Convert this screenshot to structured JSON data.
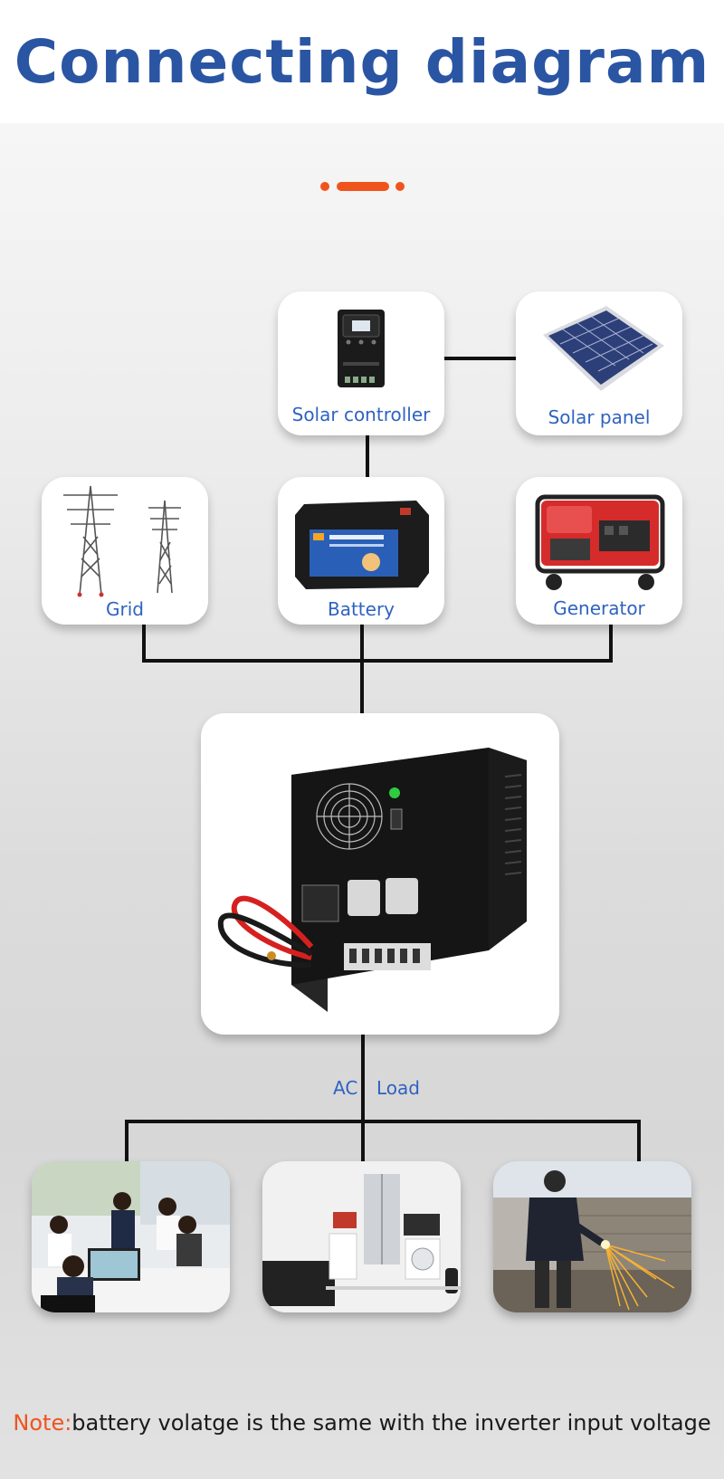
{
  "title": "Connecting diagram",
  "accent_color": "#f0541d",
  "title_color": "#2a55a3",
  "label_color": "#2f63c0",
  "components": {
    "solar_controller": "Solar controller",
    "solar_panel": "Solar panel",
    "grid": "Grid",
    "battery": "Battery",
    "generator": "Generator",
    "inverter": "inverter-image"
  },
  "ac_load": {
    "ac": "AC",
    "load": "Load"
  },
  "loads": [
    "office-photo",
    "appliances-photo",
    "welding-photo"
  ],
  "note": {
    "prefix": "Note:",
    "text": "battery volatge is the same with the inverter input voltage"
  }
}
